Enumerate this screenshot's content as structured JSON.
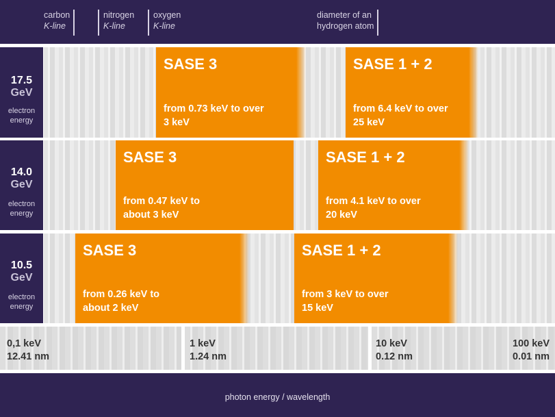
{
  "markers": [
    {
      "line1": "carbon",
      "line2": "K-line"
    },
    {
      "line1": "nitrogen",
      "line2": "K-line"
    },
    {
      "line1": "oxygen",
      "line2": "K-line"
    },
    {
      "line1": "diameter of an",
      "line2": "hydrogen atom"
    }
  ],
  "rows": [
    {
      "energy": "17.5",
      "unit": "GeV",
      "caption": "electron energy",
      "sase3": {
        "title": "SASE 3",
        "range": "from 0.73 keV to over 3 keV"
      },
      "sase12": {
        "title": "SASE 1 + 2",
        "range": "from 6.4 keV to over 25 keV"
      }
    },
    {
      "energy": "14.0",
      "unit": "GeV",
      "caption": "electron energy",
      "sase3": {
        "title": "SASE 3",
        "range": "from 0.47 keV to about 3 keV"
      },
      "sase12": {
        "title": "SASE 1 + 2",
        "range": "from 4.1 keV to over 20 keV"
      }
    },
    {
      "energy": "10.5",
      "unit": "GeV",
      "caption": "electron energy",
      "sase3": {
        "title": "SASE 3",
        "range": "from 0.26 keV to about 2 keV"
      },
      "sase12": {
        "title": "SASE 1 + 2",
        "range": "from 3 keV to over 15 keV"
      }
    }
  ],
  "scale": [
    {
      "energy": "0,1 keV",
      "wavelength": "12.41 nm"
    },
    {
      "energy": "1 keV",
      "wavelength": "1.24 nm"
    },
    {
      "energy": "10 keV",
      "wavelength": "0.12 nm"
    },
    {
      "energy": "100 keV",
      "wavelength": "0.01 nm"
    }
  ],
  "footer": {
    "caption": "photon energy / wavelength"
  },
  "colors": {
    "dark": "#2f2352",
    "orange": "#f28c00"
  }
}
